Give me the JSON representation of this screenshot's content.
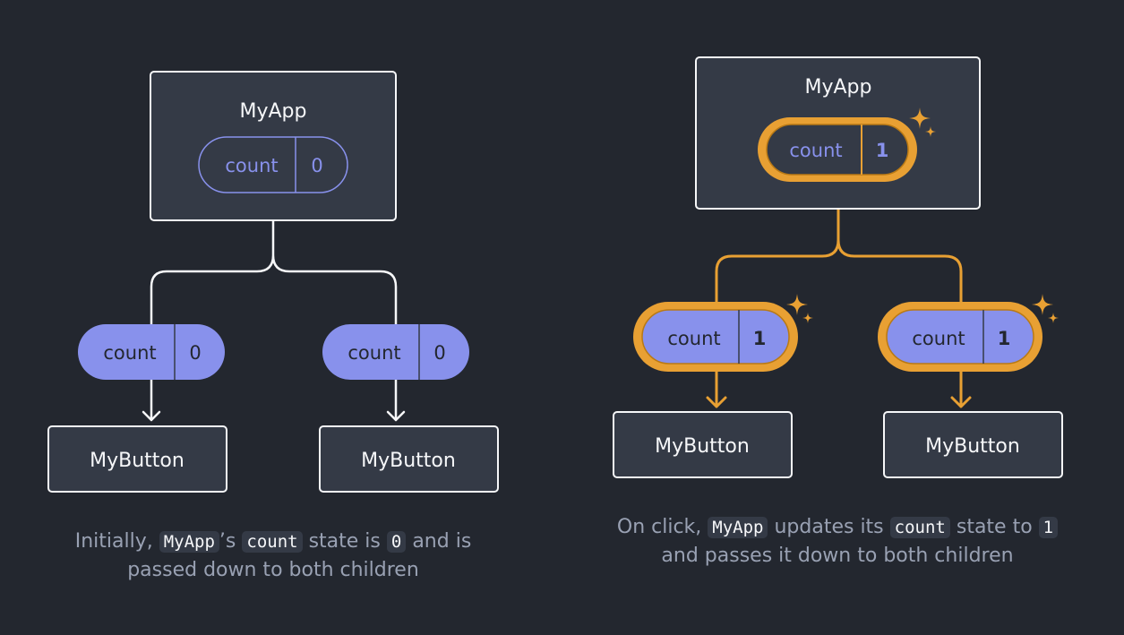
{
  "left": {
    "root": {
      "label": "MyApp",
      "state_name": "count",
      "state_value": "0"
    },
    "children": [
      {
        "prop_name": "count",
        "prop_value": "0",
        "label": "MyButton"
      },
      {
        "prop_name": "count",
        "prop_value": "0",
        "label": "MyButton"
      }
    ],
    "caption": {
      "t1": "Initially, ",
      "c1": "MyApp",
      "t2": "’s ",
      "c2": "count",
      "t3": " state is ",
      "c3": "0",
      "t4": " and is passed down to both children"
    }
  },
  "right": {
    "root": {
      "label": "MyApp",
      "state_name": "count",
      "state_value": "1"
    },
    "children": [
      {
        "prop_name": "count",
        "prop_value": "1",
        "label": "MyButton"
      },
      {
        "prop_name": "count",
        "prop_value": "1",
        "label": "MyButton"
      }
    ],
    "caption": {
      "t1": "On click, ",
      "c1": "MyApp",
      "t2": " updates its ",
      "c2": "count",
      "t3": " state to ",
      "c3": "1",
      "t4": " and passes it down to both children"
    }
  },
  "colors": {
    "background": "#23272f",
    "node_fill": "#343a46",
    "node_stroke": "#f6f7f9",
    "prop_fill": "#8891ec",
    "state_text": "#8891ec",
    "highlight": "#e8a033"
  },
  "icons": {
    "sparkle": "sparkle-icon",
    "arrow": "arrow-down-icon"
  }
}
